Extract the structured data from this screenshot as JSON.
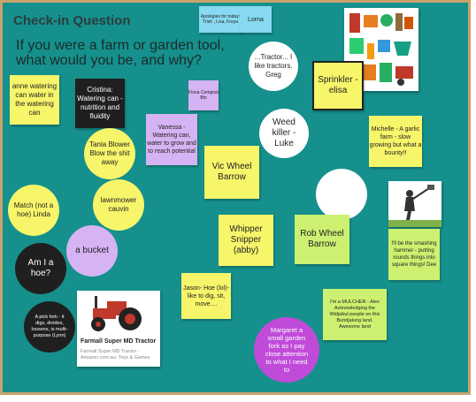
{
  "board": {
    "title": "Check-in Question",
    "question": "If you were a farm or garden tool, what would you be, and why?"
  },
  "notes": {
    "apologies": "Apologies for today: Trish , Lisa, Freya",
    "lorna": "Lorna",
    "tractor_greg": "...Tractor... I like tractors. Greg",
    "sprinkler": "Sprinkler - elisa",
    "anne": "anne watering can water in the watering can",
    "cristina": "Cristina: Watering can - nutrition and fluidity",
    "fiona": "Fiona Compost Bin",
    "vanessa": "Vanessa - Watering can, water to grow and to reach potential",
    "weed_killer": "Weed killer - Luke",
    "michelle": "Michelle - A garlic farm - slow growing but what a bounty!!",
    "tania": "Tania Blower Blow the shit away",
    "vic": "Vic Wheel Barrow",
    "lawnmower": "lawnmower cauvin",
    "match": "Match (not a hoe) Linda",
    "bucket": "a bucket",
    "whipper": "Whipper Snipper (abby)",
    "rob": "Rob Wheel Barrow",
    "dee": "I'll be the smashing hammer - putting rounds things into square things! Dee",
    "am_i_hoe": "Am I a hoe?",
    "jason": "Jason- Hoe (lol)- like to dig, sit, move....",
    "mulcher": "I'm a MULCHER - Alex Acknowledging the Widjabul people on this Bundjalung land. Awesome land",
    "pick_fork": "A pick fork - it digs, divides, loosens, is multi-purpose (Lynn)",
    "margaret": "Margaret a small garden fork as I pay close attention to what I need to",
    "blank_circle": ""
  },
  "tractor_card": {
    "title": "Farmall Super MD Tractor",
    "subtitle": "Farmall Super MD Tractor - Amazon.com.au: Toys & Games"
  },
  "colors": {
    "board": "#15908c",
    "board_border": "#c9a36b",
    "yellow": "#f7f56a",
    "green": "#ccf170",
    "purple": "#d6b3f3",
    "magenta": "#c04bd9",
    "blue": "#88d9f2"
  }
}
